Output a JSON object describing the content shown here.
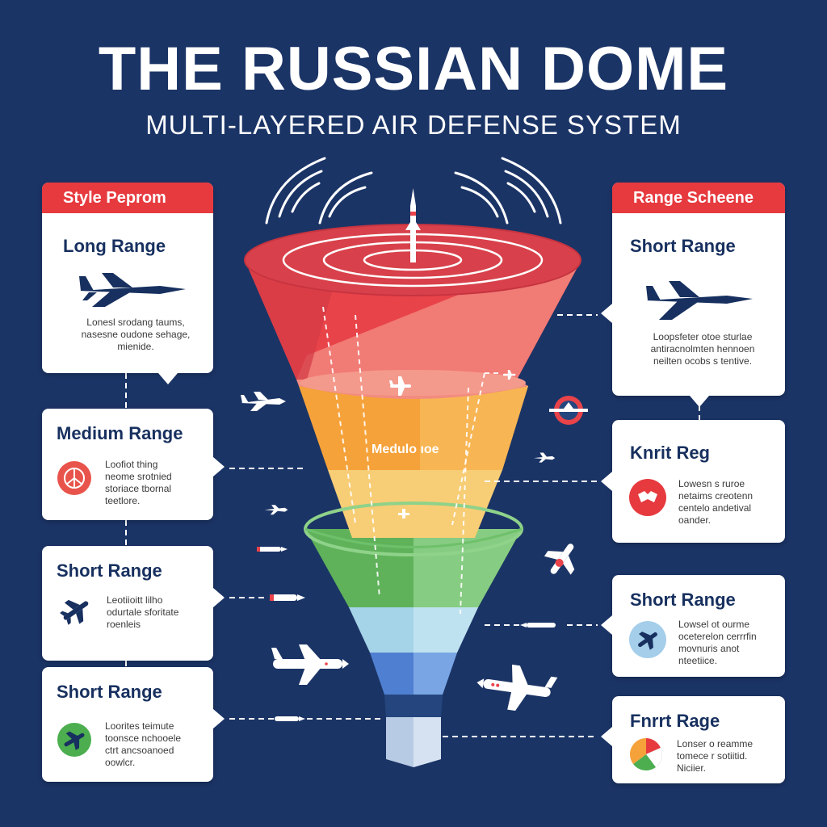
{
  "title": "THE RUSSIAN DOME",
  "subtitle": "MULTI-LAYERED AIR DEFENSE SYSTEM",
  "funnel": {
    "middle_label": "Medulo ıoe",
    "colors": {
      "red_top": "#e04a52",
      "red": "#e9434a",
      "salmon": "#f3847a",
      "orange": "#f5a33b",
      "yellow": "#f8d078",
      "green": "#6dc063",
      "light_green": "#9bd59a",
      "light_blue": "#a9d7ea",
      "blue": "#5e8fd8",
      "base": "#b8cbe4"
    }
  },
  "left_cards": [
    {
      "header": "Style Peprom",
      "title": "Long Range",
      "desc": [
        "Lonesl srodang taums,",
        "nasesne oudone sehage,",
        "mienide."
      ],
      "icon": "fighter-jet-icon"
    },
    {
      "title": "Medium Range",
      "desc": [
        "Loofiot thing",
        "neome srotnied",
        "storiace tbornal",
        "teetlore."
      ],
      "icon": "radar-target-icon",
      "icon_color": "#e8544b"
    },
    {
      "title": "Short Range",
      "desc": [
        "Leotiioitt lilho",
        "odurtale sforitate",
        "roenleis"
      ],
      "icon": "airplane-icon"
    },
    {
      "title": "Short Range",
      "desc": [
        "Loorites teimute",
        "toonsce nchooele",
        "ctrt ancsoanoed",
        "oowlcr."
      ],
      "icon": "jet-green-icon",
      "icon_color": "#4cae4f"
    }
  ],
  "right_cards": [
    {
      "header": "Range Scheene",
      "title": "Short Range",
      "desc": [
        "Loopsfeter otoe sturlae",
        "antiracnolmten hennoen",
        "neilten ocobs s tentive."
      ],
      "icon": "fighter-jet-icon"
    },
    {
      "title": "Knrit Reg",
      "desc": [
        "Lowesn s ruroe",
        "netaims creotenn",
        "centelo andetival",
        "oander."
      ],
      "icon": "red-shield-icon",
      "icon_color": "#e63a3f"
    },
    {
      "title": "Short Range",
      "desc": [
        "Lowsel ot ourme",
        "oceterelon cerrrfin",
        "movnuris anot",
        "nteetiice."
      ],
      "icon": "blue-plane-icon",
      "icon_color": "#5aa6d8"
    },
    {
      "title": "Fnrrt Rage",
      "desc": [
        "Lonser o reamme",
        "tomece r sotiitid.",
        "Niciier."
      ],
      "icon": "pie-chart-icon"
    }
  ]
}
